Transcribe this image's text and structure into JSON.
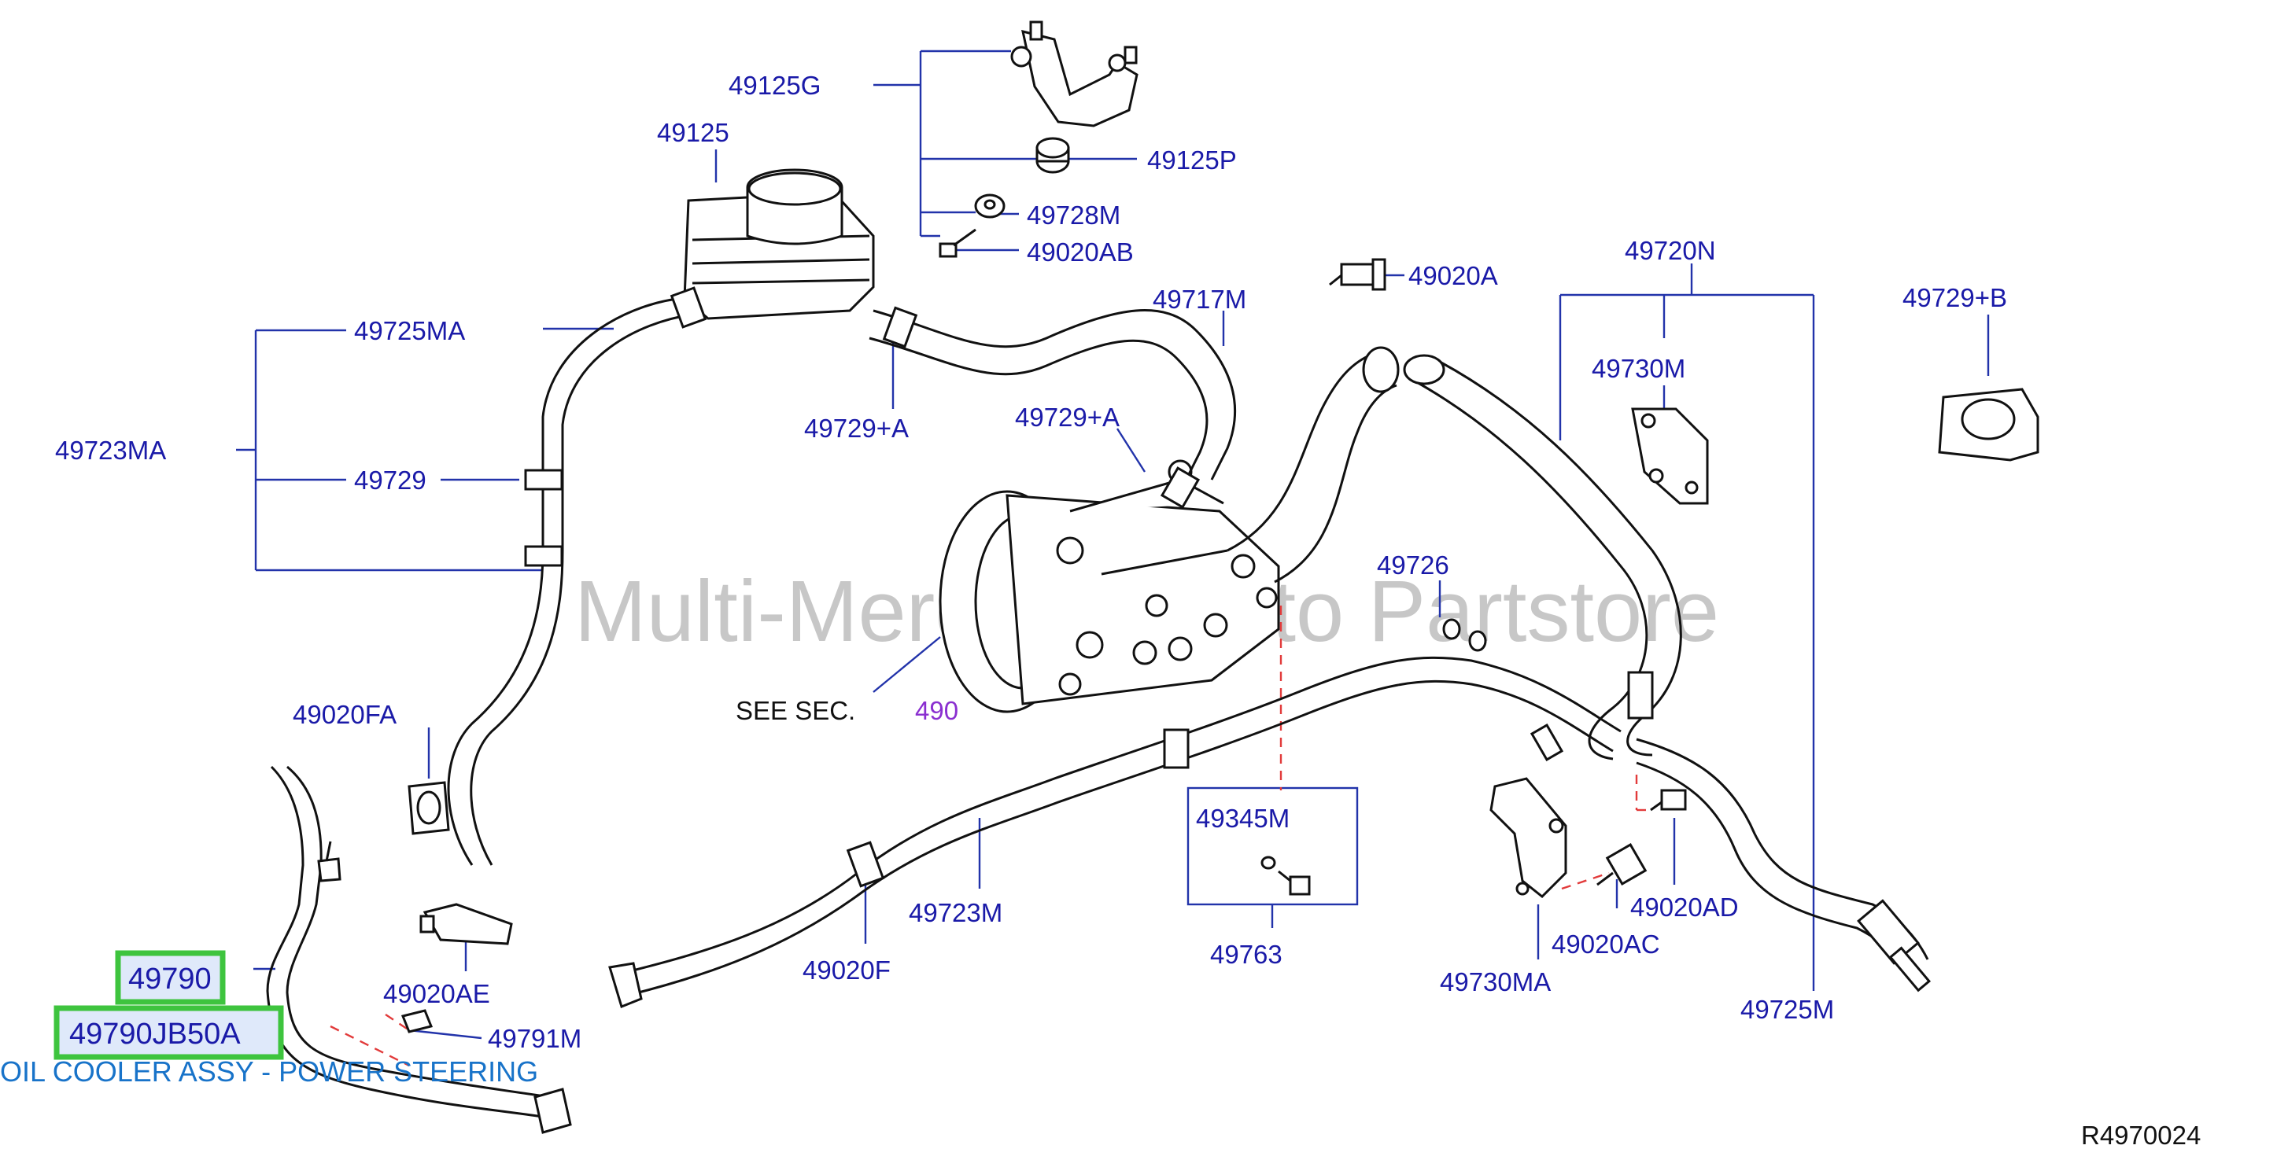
{
  "diagram": {
    "watermark": "Multi-Merchant Auto Partstore",
    "reference_code": "R4970024",
    "see_section": {
      "prefix": "SEE   SEC.",
      "number": "490"
    },
    "highlight": {
      "part_number": "49790",
      "part_code": "49790JB50A",
      "description": "OIL COOLER ASSY - POWER STEERING",
      "highlight_color": "#3ec43e"
    },
    "labels": {
      "p49125G": "49125G",
      "p49125": "49125",
      "p49125P": "49125P",
      "p49728M": "49728M",
      "p49020AB": "49020AB",
      "p49020A": "49020A",
      "p49720N": "49720N",
      "p49729B": "49729+B",
      "p49725MA": "49725MA",
      "p49717M": "49717M",
      "p49730M": "49730M",
      "p49723MA": "49723MA",
      "p49729": "49729",
      "p49729A_1": "49729+A",
      "p49729A_2": "49729+A",
      "p49726": "49726",
      "p49020FA": "49020FA",
      "p49345M": "49345M",
      "p49723M": "49723M",
      "p49020AD": "49020AD",
      "p49020F": "49020F",
      "p49763": "49763",
      "p49020AC": "49020AC",
      "p49020AE": "49020AE",
      "p49791M": "49791M",
      "p49730MA": "49730MA",
      "p49725M": "49725M"
    }
  }
}
